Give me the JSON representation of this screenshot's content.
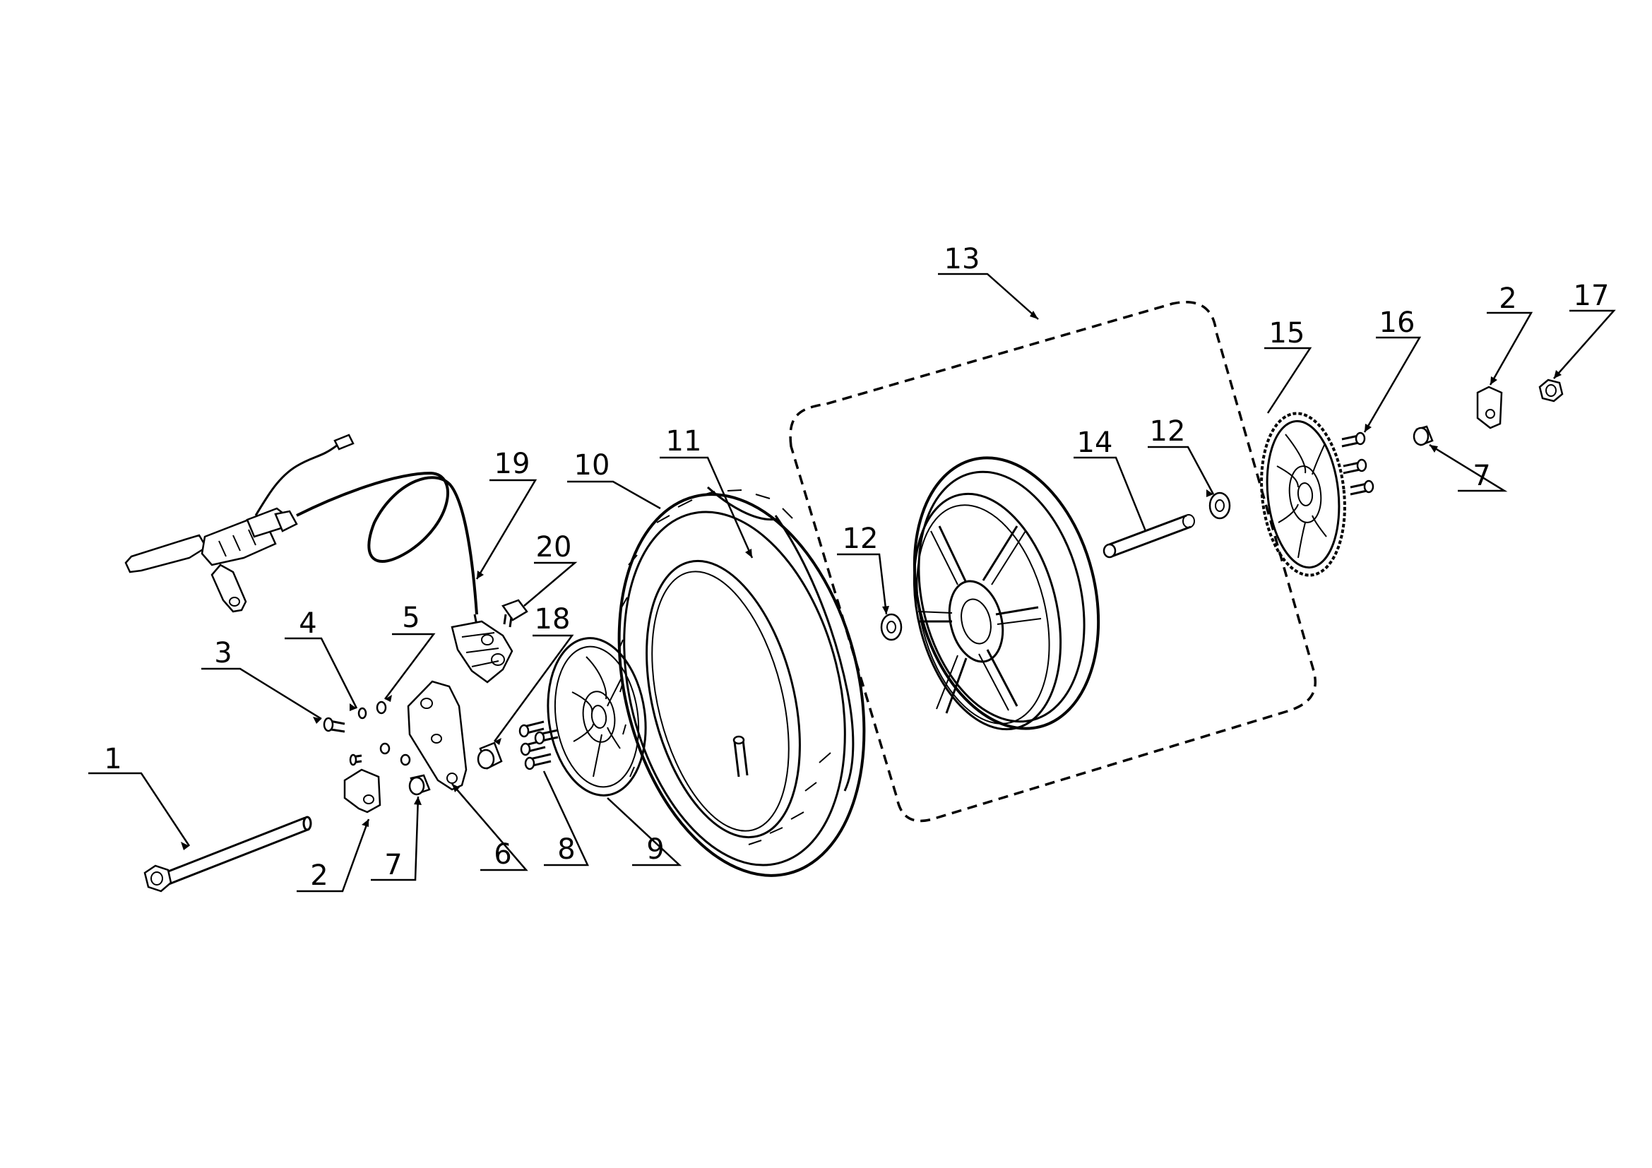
{
  "callouts": [
    {
      "id": "c1",
      "text": "1"
    },
    {
      "id": "c2a",
      "text": "2"
    },
    {
      "id": "c2b",
      "text": "2"
    },
    {
      "id": "c3",
      "text": "3"
    },
    {
      "id": "c4",
      "text": "4"
    },
    {
      "id": "c5",
      "text": "5"
    },
    {
      "id": "c6",
      "text": "6"
    },
    {
      "id": "c7a",
      "text": "7"
    },
    {
      "id": "c7b",
      "text": "7"
    },
    {
      "id": "c8",
      "text": "8"
    },
    {
      "id": "c9",
      "text": "9"
    },
    {
      "id": "c10",
      "text": "10"
    },
    {
      "id": "c11",
      "text": "11"
    },
    {
      "id": "c12a",
      "text": "12"
    },
    {
      "id": "c12b",
      "text": "12"
    },
    {
      "id": "c13",
      "text": "13"
    },
    {
      "id": "c14",
      "text": "14"
    },
    {
      "id": "c15",
      "text": "15"
    },
    {
      "id": "c16",
      "text": "16"
    },
    {
      "id": "c17",
      "text": "17"
    },
    {
      "id": "c18",
      "text": "18"
    },
    {
      "id": "c19",
      "text": "19"
    },
    {
      "id": "c20",
      "text": "20"
    }
  ]
}
